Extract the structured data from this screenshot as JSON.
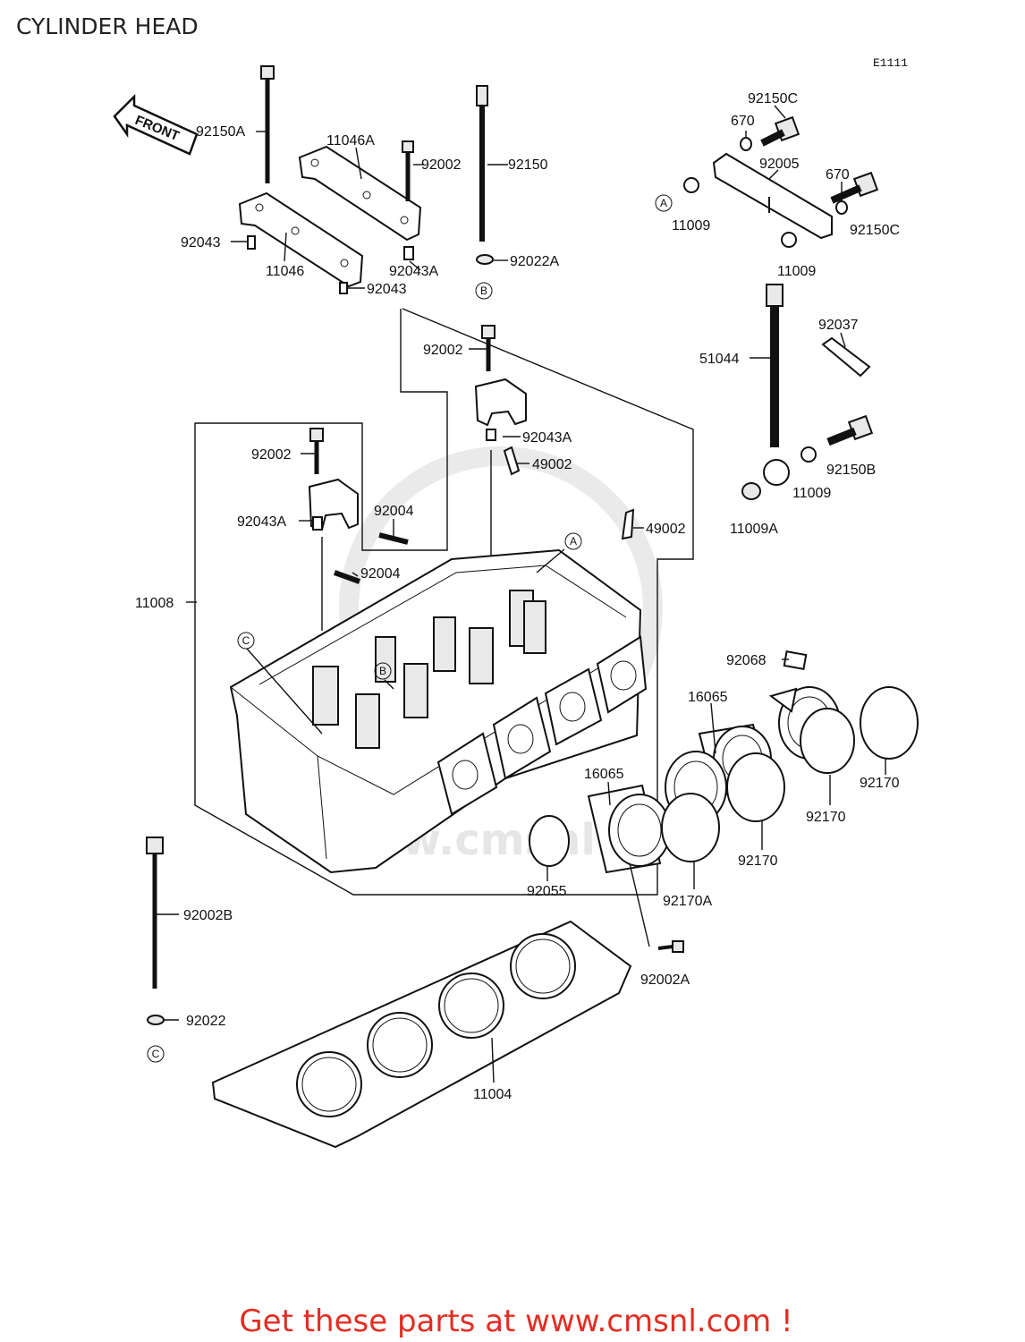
{
  "title": "CYLINDER HEAD",
  "diagram_code": "E1111",
  "front_label": "FRONT",
  "watermark": "www.cmsnl.com",
  "promo": "Get these parts at www.cmsnl.com !",
  "refs": {
    "a": "A",
    "b": "B",
    "c": "C"
  },
  "parts": {
    "p92150A": "92150A",
    "p11046A": "11046A",
    "p92002_top": "92002",
    "p92150": "92150",
    "p92150C_top": "92150C",
    "p670_top": "670",
    "p92005": "92005",
    "p670_right": "670",
    "p92150C_right": "92150C",
    "p11009_left": "11009",
    "p11009_mid": "11009",
    "p92043_left": "92043",
    "p11046": "11046",
    "p92043A_top": "92043A",
    "p92022A": "92022A",
    "p92043_bottom": "92043",
    "p92002_mid": "92002",
    "p92043A_mid": "92043A",
    "p49002_upper": "49002",
    "p92037": "92037",
    "p51044": "51044",
    "p92150B": "92150B",
    "p11009_low": "11009",
    "p11009A": "11009A",
    "p92002_left": "92002",
    "p92043A_left": "92043A",
    "p92004_upper": "92004",
    "p92004_lower": "92004",
    "p49002_lower": "49002",
    "p11008": "11008",
    "p92068": "92068",
    "p16065_upper": "16065",
    "p16065_lower": "16065",
    "p92170_a": "92170",
    "p92170_b": "92170",
    "p92170_c": "92170",
    "p92170A": "92170A",
    "p92055": "92055",
    "p92002B": "92002B",
    "p92022": "92022",
    "p92002A": "92002A",
    "p11004": "11004"
  }
}
